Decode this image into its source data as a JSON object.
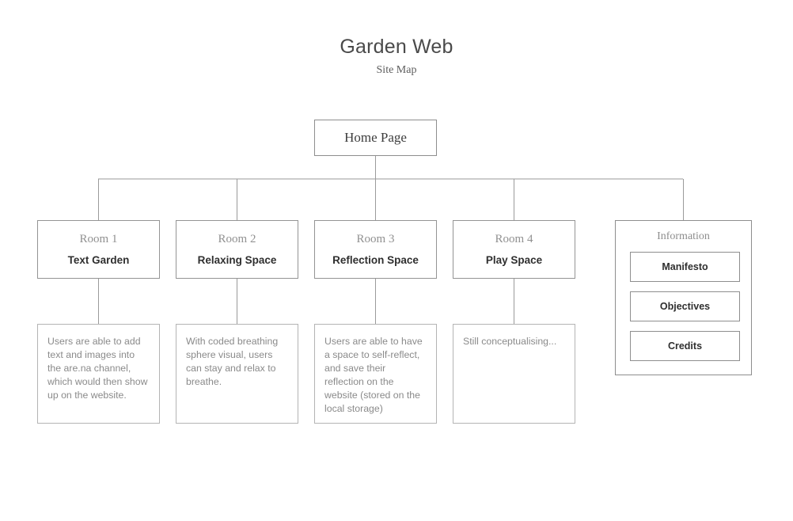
{
  "header": {
    "title": "Garden Web",
    "subtitle": "Site Map"
  },
  "root": {
    "label": "Home Page"
  },
  "rooms": [
    {
      "index": "Room 1",
      "name": "Text Garden",
      "description": "Users are able to add text and images into the are.na channel, which would then show up on the website."
    },
    {
      "index": "Room 2",
      "name": "Relaxing Space",
      "description": "With coded breathing sphere visual, users can stay and relax to breathe."
    },
    {
      "index": "Room 3",
      "name": "Reflection Space",
      "description": "Users are able to have a space to self-reflect, and save their reflection on the website (stored on the local storage)"
    },
    {
      "index": "Room 4",
      "name": "Play Space",
      "description": "Still conceptualising..."
    }
  ],
  "information": {
    "title": "Information",
    "items": [
      {
        "label": "Manifesto"
      },
      {
        "label": "Objectives"
      },
      {
        "label": "Credits"
      }
    ]
  },
  "colors": {
    "background": "#ffffff",
    "box_border": "#8e8e8e",
    "desc_border": "#b4b4b4",
    "connector": "#9a9a9a",
    "title_text": "#4a4a4a",
    "muted_text": "#8a8a8a",
    "strong_text": "#2f2f2f"
  }
}
